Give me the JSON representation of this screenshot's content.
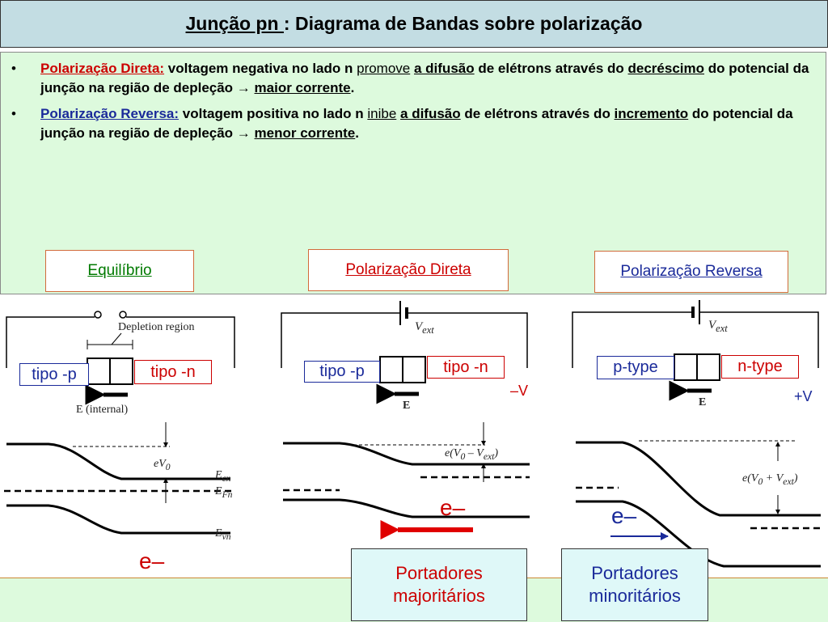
{
  "title": {
    "underlined": "Junção pn ",
    "rest": ": Diagrama de Bandas sobre polarização"
  },
  "bullets": [
    {
      "label": "Polarização Direta:",
      "t1": " voltagem negativa no lado n ",
      "w1": "promove",
      "t2": " ",
      "w2": "a difusão",
      "t3": " de elétrons através do ",
      "w3": "decréscimo",
      "t4": " do potencial da junção na região de depleção ",
      "arrow": "→",
      "t5": " ",
      "w4": "maior corrente",
      "t6": "."
    },
    {
      "label": "Polarização Reversa:",
      "t1": " voltagem positiva no lado n ",
      "w1": "inibe",
      "t2": " ",
      "w2": "a difusão",
      "t3": " de elétrons através do ",
      "w3": "incremento",
      "t4": " do potencial da junção na região de depleção ",
      "arrow": "→",
      "t5": " ",
      "w4": "menor corrente",
      "t6": "."
    }
  ],
  "sections": {
    "equilibrium": "Equilíbrio",
    "forward": "Polarização Direta",
    "reverse": "Polarização Reversa"
  },
  "diagram1": {
    "p_label": "tipo -p",
    "n_label": "tipo -n",
    "depletion": "Depletion region",
    "field": "E (internal)",
    "ev0": "eV",
    "ev0_sub": "0",
    "ecn": "E",
    "ecn_sub": "cn",
    "efn": "E",
    "efn_sub": "Fn",
    "evn": "E",
    "evn_sub": "vn",
    "electron": "e–"
  },
  "diagram2": {
    "p_label": "tipo -p",
    "n_label": "tipo -n",
    "vext": "V",
    "vext_sub": "ext",
    "field": "E",
    "sign": "–V",
    "barrier": "e(V",
    "barrier_sub0": "0",
    "barrier_mid": " – V",
    "barrier_sub1": "ext",
    "barrier_end": ")",
    "electron": "e–"
  },
  "diagram3": {
    "p_label": "p-type",
    "n_label": "n-type",
    "vext": "V",
    "vext_sub": "ext",
    "field": "E",
    "sign": "+V",
    "barrier": "e(V",
    "barrier_sub0": "0",
    "barrier_mid": " + V",
    "barrier_sub1": "ext",
    "barrier_end": ")",
    "electron": "e–"
  },
  "carriers": {
    "majority_l1": "Portadores",
    "majority_l2": "majoritários",
    "minority_l1": "Portadores",
    "minority_l2": "minoritários"
  },
  "colors": {
    "title_bg": "#c3dde3",
    "panel_bg": "#ddfadd",
    "red": "#cc0000",
    "blue": "#1a2a9a",
    "green": "#007a00"
  }
}
